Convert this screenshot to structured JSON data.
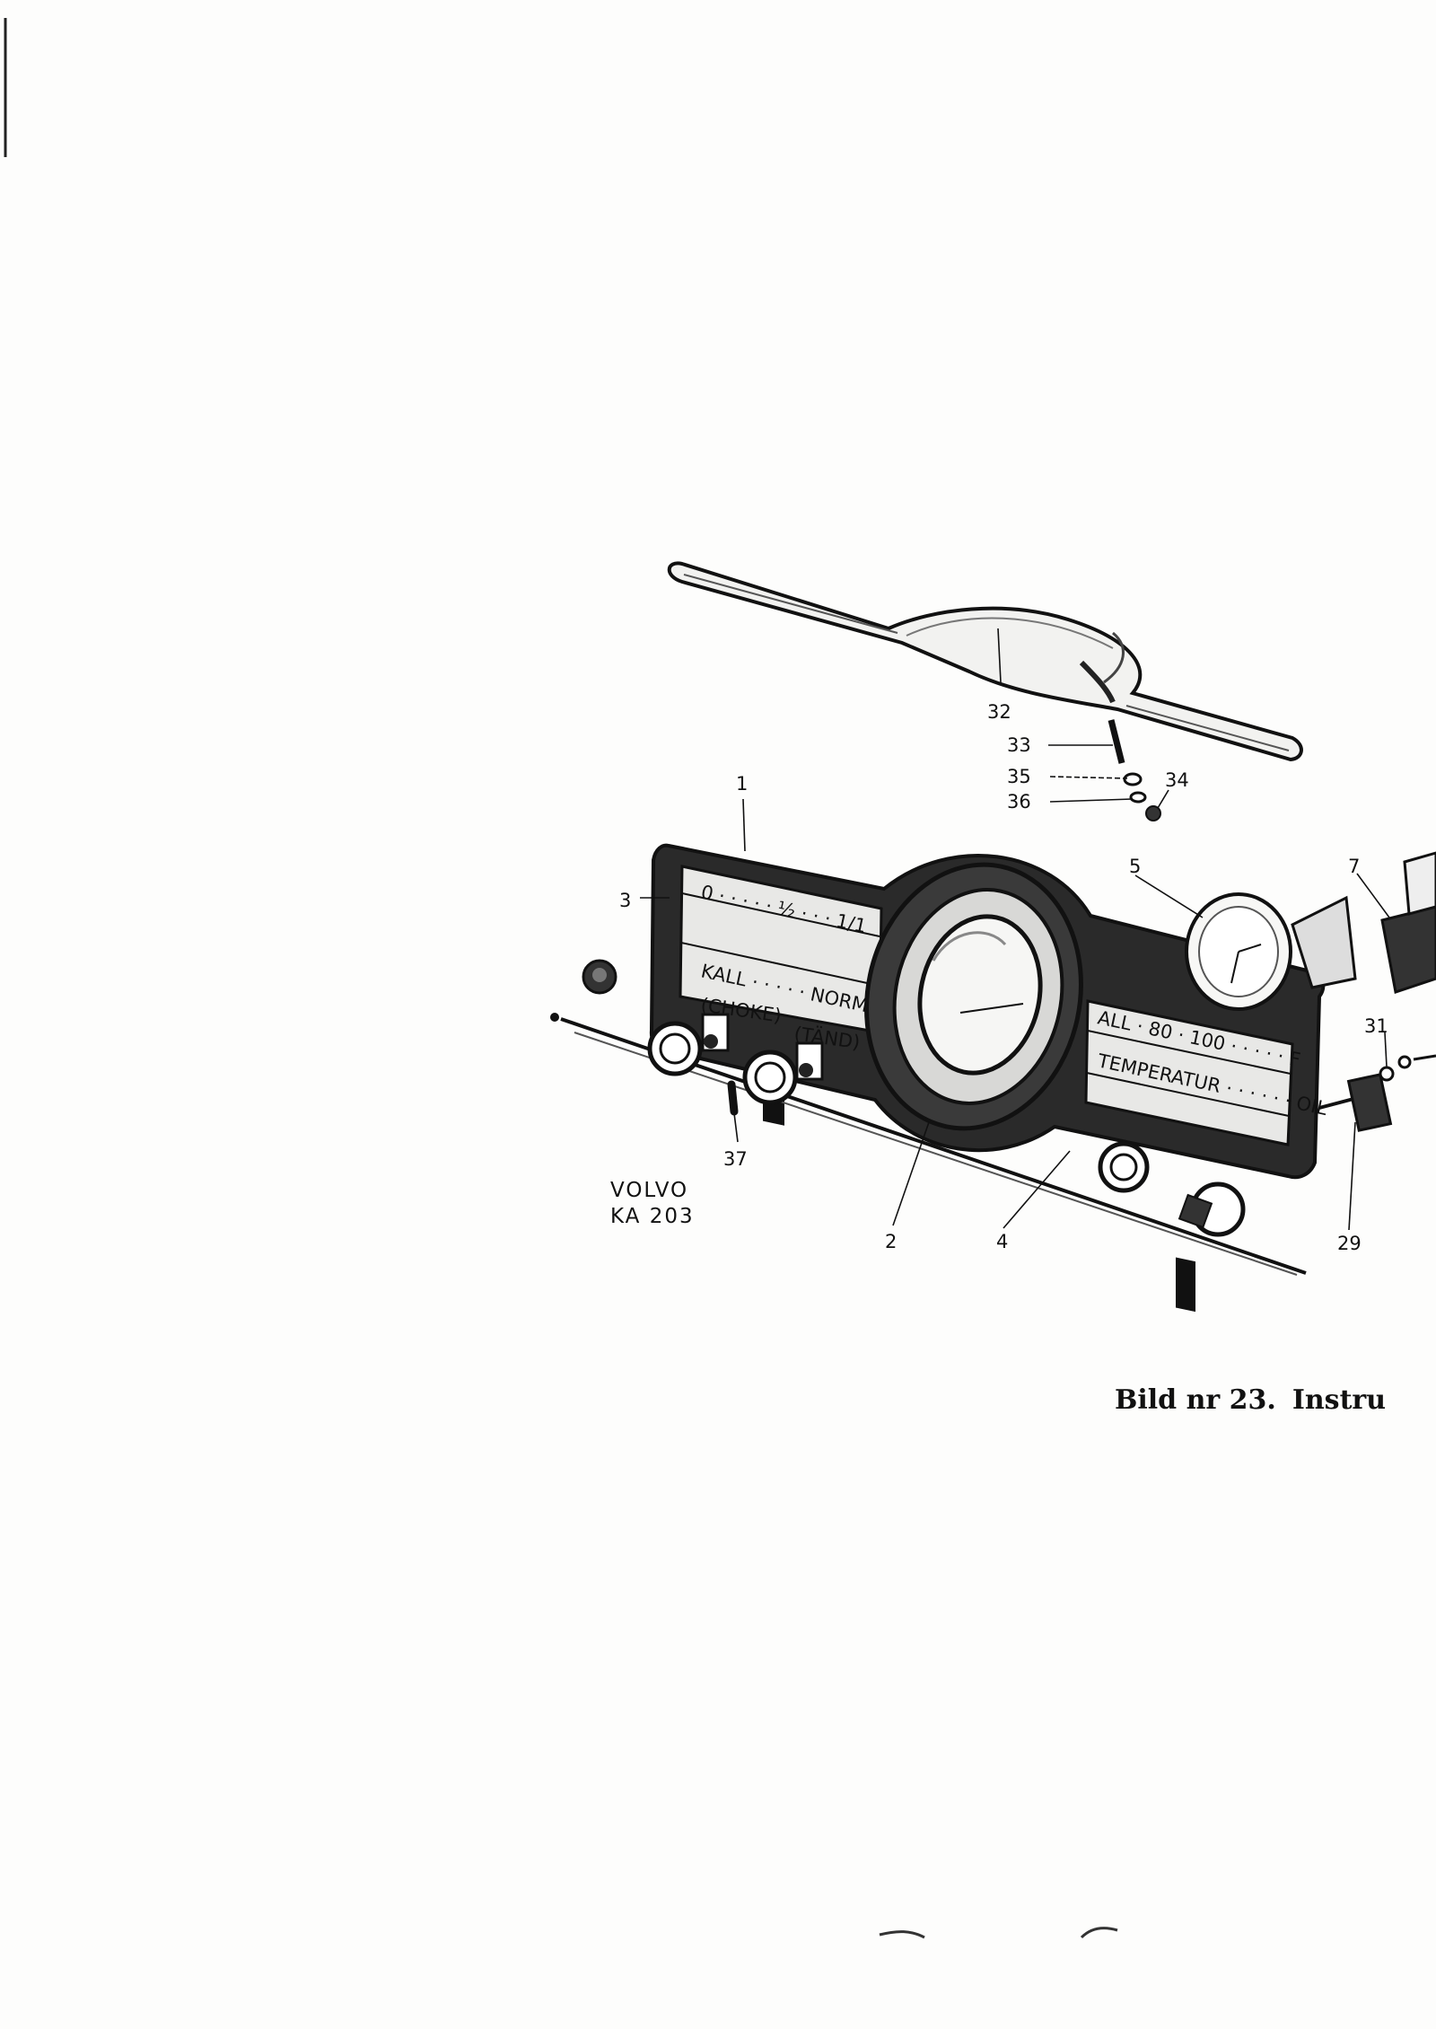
{
  "figure": {
    "callouts": [
      "1",
      "2",
      "3",
      "4",
      "5",
      "7",
      "29",
      "31",
      "32",
      "33",
      "34",
      "35",
      "36",
      "37"
    ],
    "switch_labels": [
      "(CHOKE)",
      "(TÄND)"
    ]
  },
  "model_label": {
    "line1": "VOLVO",
    "line2": "KA 203"
  },
  "caption": {
    "number": "Bild nr 23.",
    "title": "Instru"
  },
  "colors": {
    "ink": "#111111",
    "paper": "#fdfdfc"
  }
}
